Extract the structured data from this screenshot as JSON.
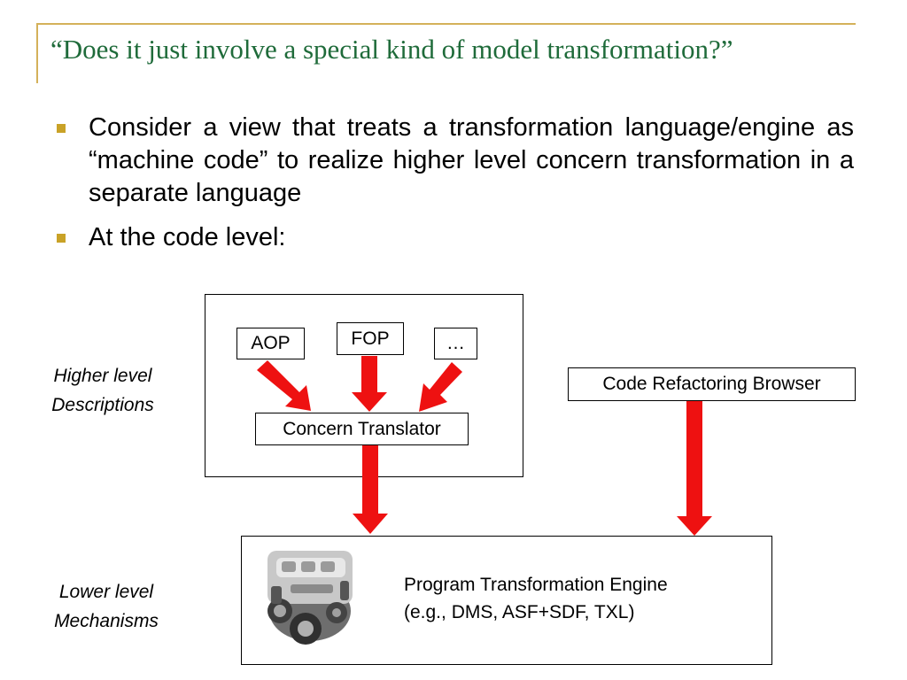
{
  "slide": {
    "title": "“Does it just involve a special kind of model transformation?”",
    "bullets": [
      "Consider a view that treats a transformation language/engine as “machine code” to realize higher level concern transformation in a separate language",
      "At the code level:"
    ]
  },
  "diagram": {
    "labels": {
      "higher_line1": "Higher level",
      "higher_line2": "Descriptions",
      "lower_line1": "Lower level",
      "lower_line2": "Mechanisms"
    },
    "nodes": {
      "aop": "AOP",
      "fop": "FOP",
      "ellipsis": "…",
      "concern_translator": "Concern Translator",
      "code_refactoring_browser": "Code Refactoring Browser"
    },
    "engine": {
      "line1": "Program Transformation Engine",
      "line2": "(e.g., DMS, ASF+SDF, TXL)"
    },
    "arrow_color": "#ee1111"
  }
}
